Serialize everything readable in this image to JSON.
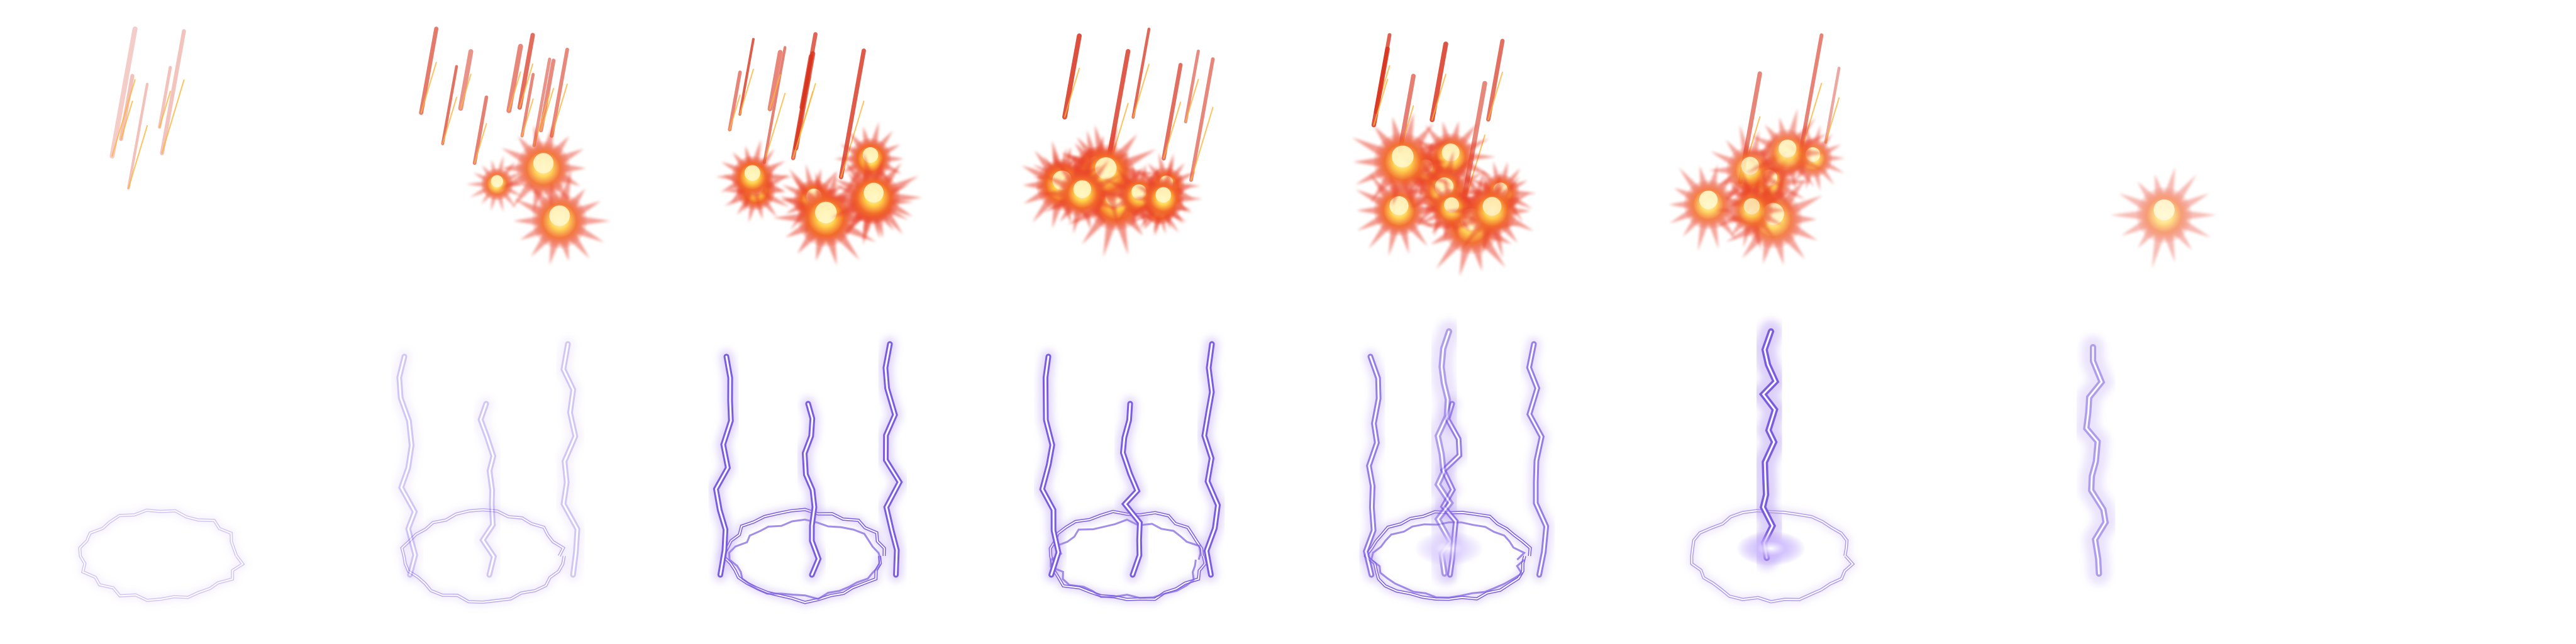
{
  "sprite_sheet": {
    "background": "#ffffff",
    "columns": 8,
    "rows": 2,
    "rows_data": [
      {
        "name": "fire-meteor-row",
        "effect": "fire",
        "colors": {
          "core": "#fff6c2",
          "mid": "#ffb43a",
          "outer": "#e8402a",
          "streak": "#d8321c"
        },
        "frames": [
          {
            "streaks": 5,
            "bursts": 0,
            "intensity": 0.3
          },
          {
            "streaks": 10,
            "bursts": 3,
            "intensity": 0.8
          },
          {
            "streaks": 8,
            "bursts": 7,
            "intensity": 1.0
          },
          {
            "streaks": 6,
            "bursts": 10,
            "intensity": 1.0
          },
          {
            "streaks": 6,
            "bursts": 9,
            "intensity": 0.9
          },
          {
            "streaks": 3,
            "bursts": 8,
            "intensity": 0.7
          },
          {
            "streaks": 0,
            "bursts": 1,
            "intensity": 0.3
          },
          {
            "streaks": 0,
            "bursts": 0,
            "intensity": 0.0
          }
        ]
      },
      {
        "name": "lightning-cage-row",
        "effect": "lightning",
        "colors": {
          "core": "#ffffff",
          "glow": "#a98cf0",
          "stroke": "#7b5ce0"
        },
        "frames": [
          {
            "ring": 0.35,
            "pillars": 0,
            "bolt": 0
          },
          {
            "ring": 0.5,
            "pillars": 0.35,
            "bolt": 0
          },
          {
            "ring": 1.0,
            "pillars": 1.0,
            "bolt": 0
          },
          {
            "ring": 1.0,
            "pillars": 1.0,
            "bolt": 0
          },
          {
            "ring": 1.0,
            "pillars": 0.8,
            "bolt": 0.6
          },
          {
            "ring": 0.6,
            "pillars": 0,
            "bolt": 1.0
          },
          {
            "ring": 0,
            "pillars": 0,
            "bolt": 0.6
          },
          {
            "ring": 0,
            "pillars": 0,
            "bolt": 0
          }
        ]
      }
    ]
  }
}
